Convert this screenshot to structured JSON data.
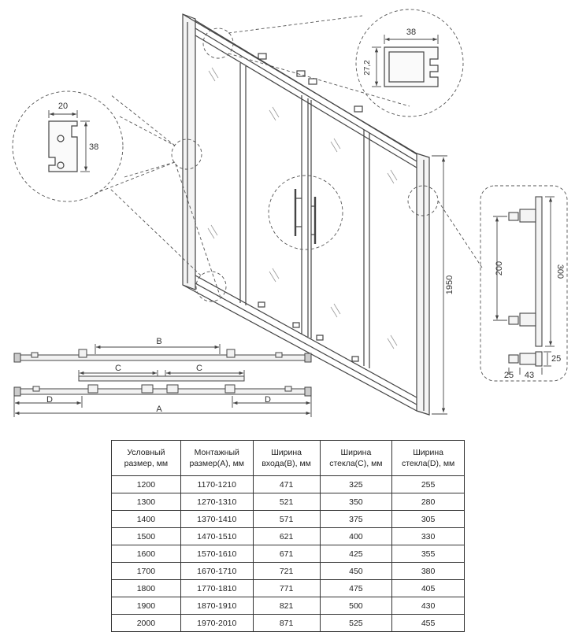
{
  "dimensions": {
    "height": "1950",
    "profile_left_width": "20",
    "profile_left_height": "38",
    "profile_top_width": "38",
    "profile_top_height": "27,2",
    "handle_spacing": "200",
    "handle_length": "300",
    "handle_depth": "25",
    "handle_offset": "25",
    "handle_projection": "43"
  },
  "plan_labels": {
    "b": "B",
    "c_left": "C",
    "c_right": "C",
    "d_left": "D",
    "d_right": "D",
    "a": "A"
  },
  "table": {
    "headers": [
      "Условный\nразмер, мм",
      "Монтажный\nразмер(A), мм",
      "Ширина\nвхода(B), мм",
      "Ширина\nстекла(C), мм",
      "Ширина\nстекла(D), мм"
    ],
    "rows": [
      [
        "1200",
        "1170-1210",
        "471",
        "325",
        "255"
      ],
      [
        "1300",
        "1270-1310",
        "521",
        "350",
        "280"
      ],
      [
        "1400",
        "1370-1410",
        "571",
        "375",
        "305"
      ],
      [
        "1500",
        "1470-1510",
        "621",
        "400",
        "330"
      ],
      [
        "1600",
        "1570-1610",
        "671",
        "425",
        "355"
      ],
      [
        "1700",
        "1670-1710",
        "721",
        "450",
        "380"
      ],
      [
        "1800",
        "1770-1810",
        "771",
        "475",
        "405"
      ],
      [
        "1900",
        "1870-1910",
        "821",
        "500",
        "430"
      ],
      [
        "2000",
        "1970-2010",
        "871",
        "525",
        "455"
      ]
    ]
  }
}
